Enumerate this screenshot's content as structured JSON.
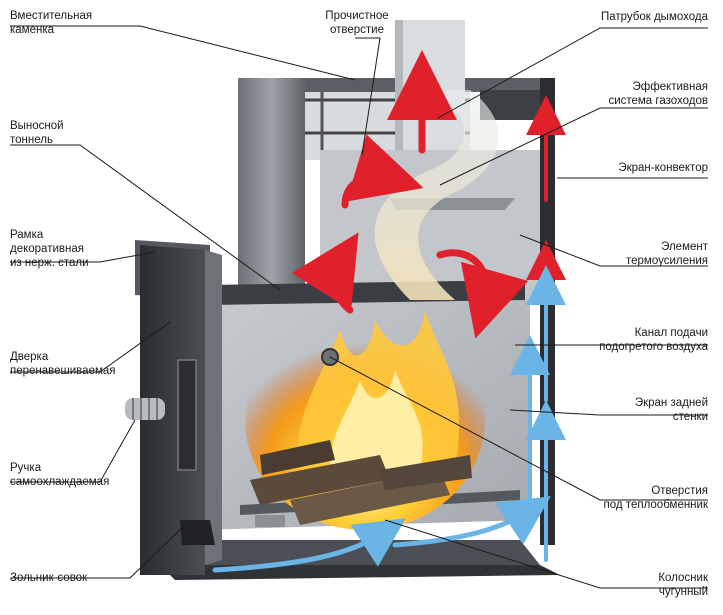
{
  "labels": {
    "stone_box": {
      "line1": "Вместительная",
      "line2": "каменка"
    },
    "cleaning": {
      "line1": "Прочистное",
      "line2": "отверстие"
    },
    "flue_pipe": {
      "line1": "Патрубок дымохода"
    },
    "gas_ducts": {
      "line1": "Эффективная",
      "line2": "система газоходов"
    },
    "tunnel": {
      "line1": "Выносной",
      "line2": "тоннель"
    },
    "convector": {
      "line1": "Экран-конвектор"
    },
    "frame": {
      "line1": "Рамка",
      "line2": "декоративная",
      "line3": "из нерж. стали"
    },
    "thermo": {
      "line1": "Элемент",
      "line2": "термоусиления"
    },
    "air_channel": {
      "line1": "Канал подачи",
      "line2": "подогретого воздуха"
    },
    "door": {
      "line1": "Дверка",
      "line2": "перенавешиваемая"
    },
    "rear_screen": {
      "line1": "Экран задней",
      "line2": "стенки"
    },
    "handle": {
      "line1": "Ручка",
      "line2": "самоохлаждаемая"
    },
    "heat_holes": {
      "line1": "Отверстия",
      "line2": "под теплообменник"
    },
    "ash_pan": {
      "line1": "Зольник-совок"
    },
    "grate": {
      "line1": "Колосник",
      "line2": "чугунный"
    }
  },
  "colors": {
    "hot_arrow": "#e0202a",
    "cold_arrow": "#6ab4e6",
    "steel_dark": "#3a3d42",
    "steel_light": "#9aa0a6",
    "flame": "#ffb020"
  }
}
